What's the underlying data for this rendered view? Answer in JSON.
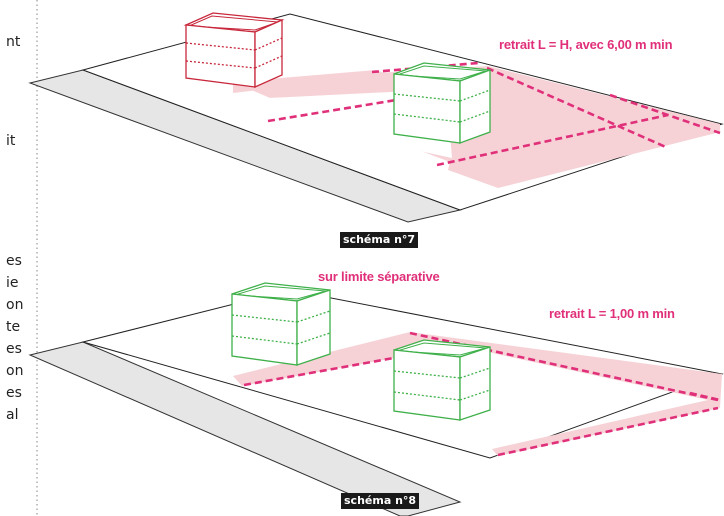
{
  "left_column_fragments": [
    "nt",
    "it",
    "es",
    "ie",
    "on",
    "te",
    "es",
    "on",
    "es",
    "al"
  ],
  "schema7": {
    "caption": "schéma n°7",
    "label": "retrait L = H, avec 6,00 m min"
  },
  "schema8": {
    "caption": "schéma n°8",
    "label_limit": "sur limite séparative",
    "label_setback": "retrait L = 1,00 m min"
  },
  "colors": {
    "accent_pink": "#e0307a",
    "setback_fill": "#f6d2d6",
    "road_fill": "#e6e6e6",
    "existing_building": "#c8283c",
    "new_building": "#3fb04a"
  }
}
